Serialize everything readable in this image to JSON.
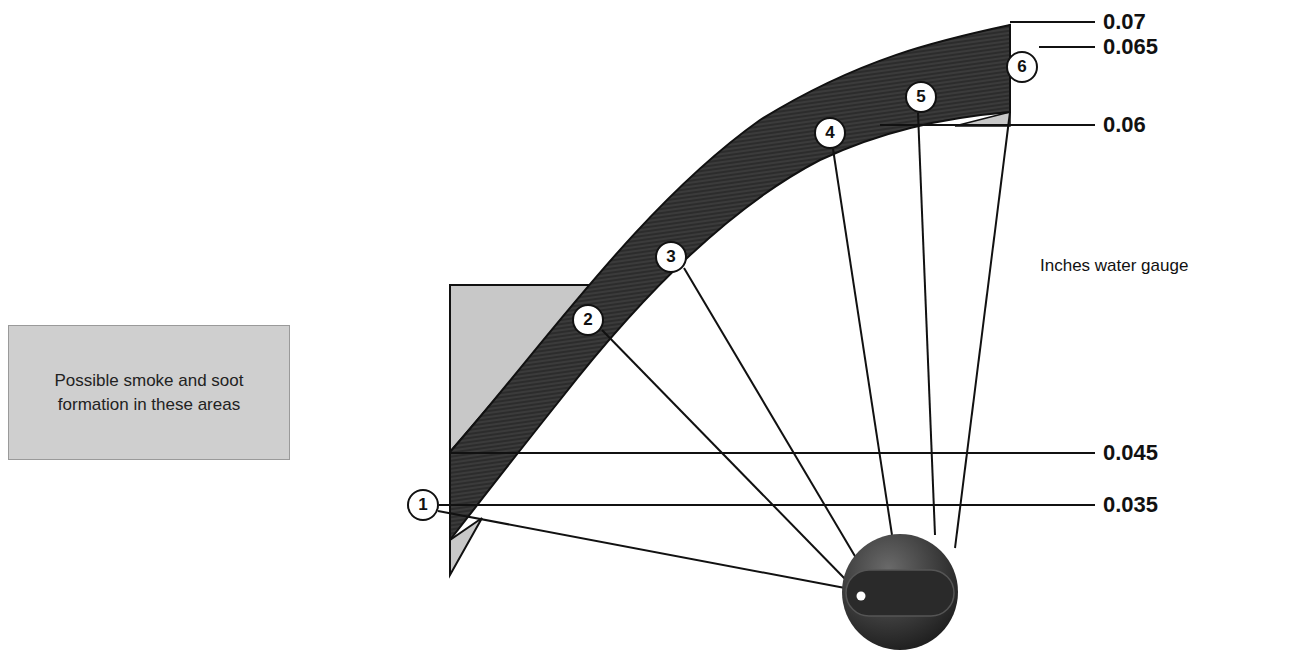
{
  "diagram": {
    "nodes": [
      {
        "text": [
          "Possible smoke and soot formation in these areas"
        ]
      },
      {
        "text": [
          "1"
        ]
      },
      {
        "text": [
          "2"
        ]
      },
      {
        "text": [
          "3"
        ]
      },
      {
        "text": [
          "4"
        ]
      },
      {
        "text": [
          "5"
        ]
      },
      {
        "text": [
          "6"
        ]
      }
    ],
    "labels": [
      "0.07",
      "0.065",
      "0.06",
      "Inches water gauge",
      "0.045",
      "0.035"
    ]
  }
}
